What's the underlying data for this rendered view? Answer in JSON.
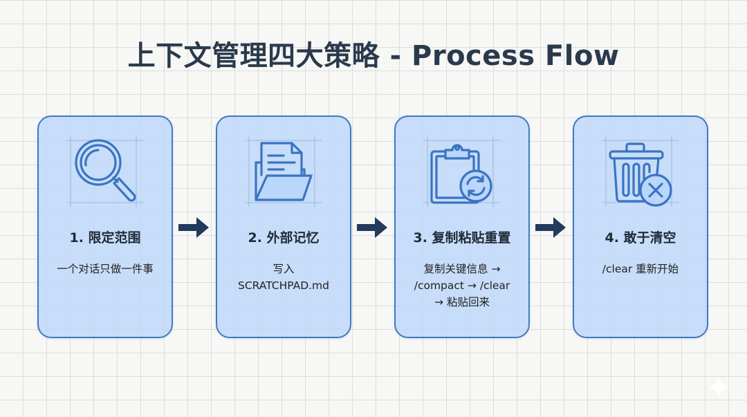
{
  "title": "上下文管理四大策略 - Process Flow",
  "colors": {
    "card_fill": "#bad6fa",
    "card_border": "#3f79c4",
    "icon_stroke": "#3a74c2",
    "arrow": "#223a5c",
    "title_text": "#2a3a4c"
  },
  "steps": [
    {
      "icon": "magnifying-glass-icon",
      "title": "1. 限定范围",
      "desc_lines": [
        "一个对话只做一件事"
      ]
    },
    {
      "icon": "folder-document-icon",
      "title": "2. 外部记忆",
      "desc_lines": [
        "写入",
        "SCRATCHPAD.md"
      ]
    },
    {
      "icon": "clipboard-refresh-icon",
      "title": "3. 复制粘贴重置",
      "desc_lines": [
        "复制关键信息 →",
        "/compact → /clear",
        "→ 粘贴回来"
      ]
    },
    {
      "icon": "trash-clear-icon",
      "title": "4. 敢于清空",
      "desc_lines": [
        "/clear 重新开始"
      ]
    }
  ],
  "connectors": [
    "arrow-right-icon",
    "arrow-right-icon",
    "arrow-right-icon"
  ]
}
